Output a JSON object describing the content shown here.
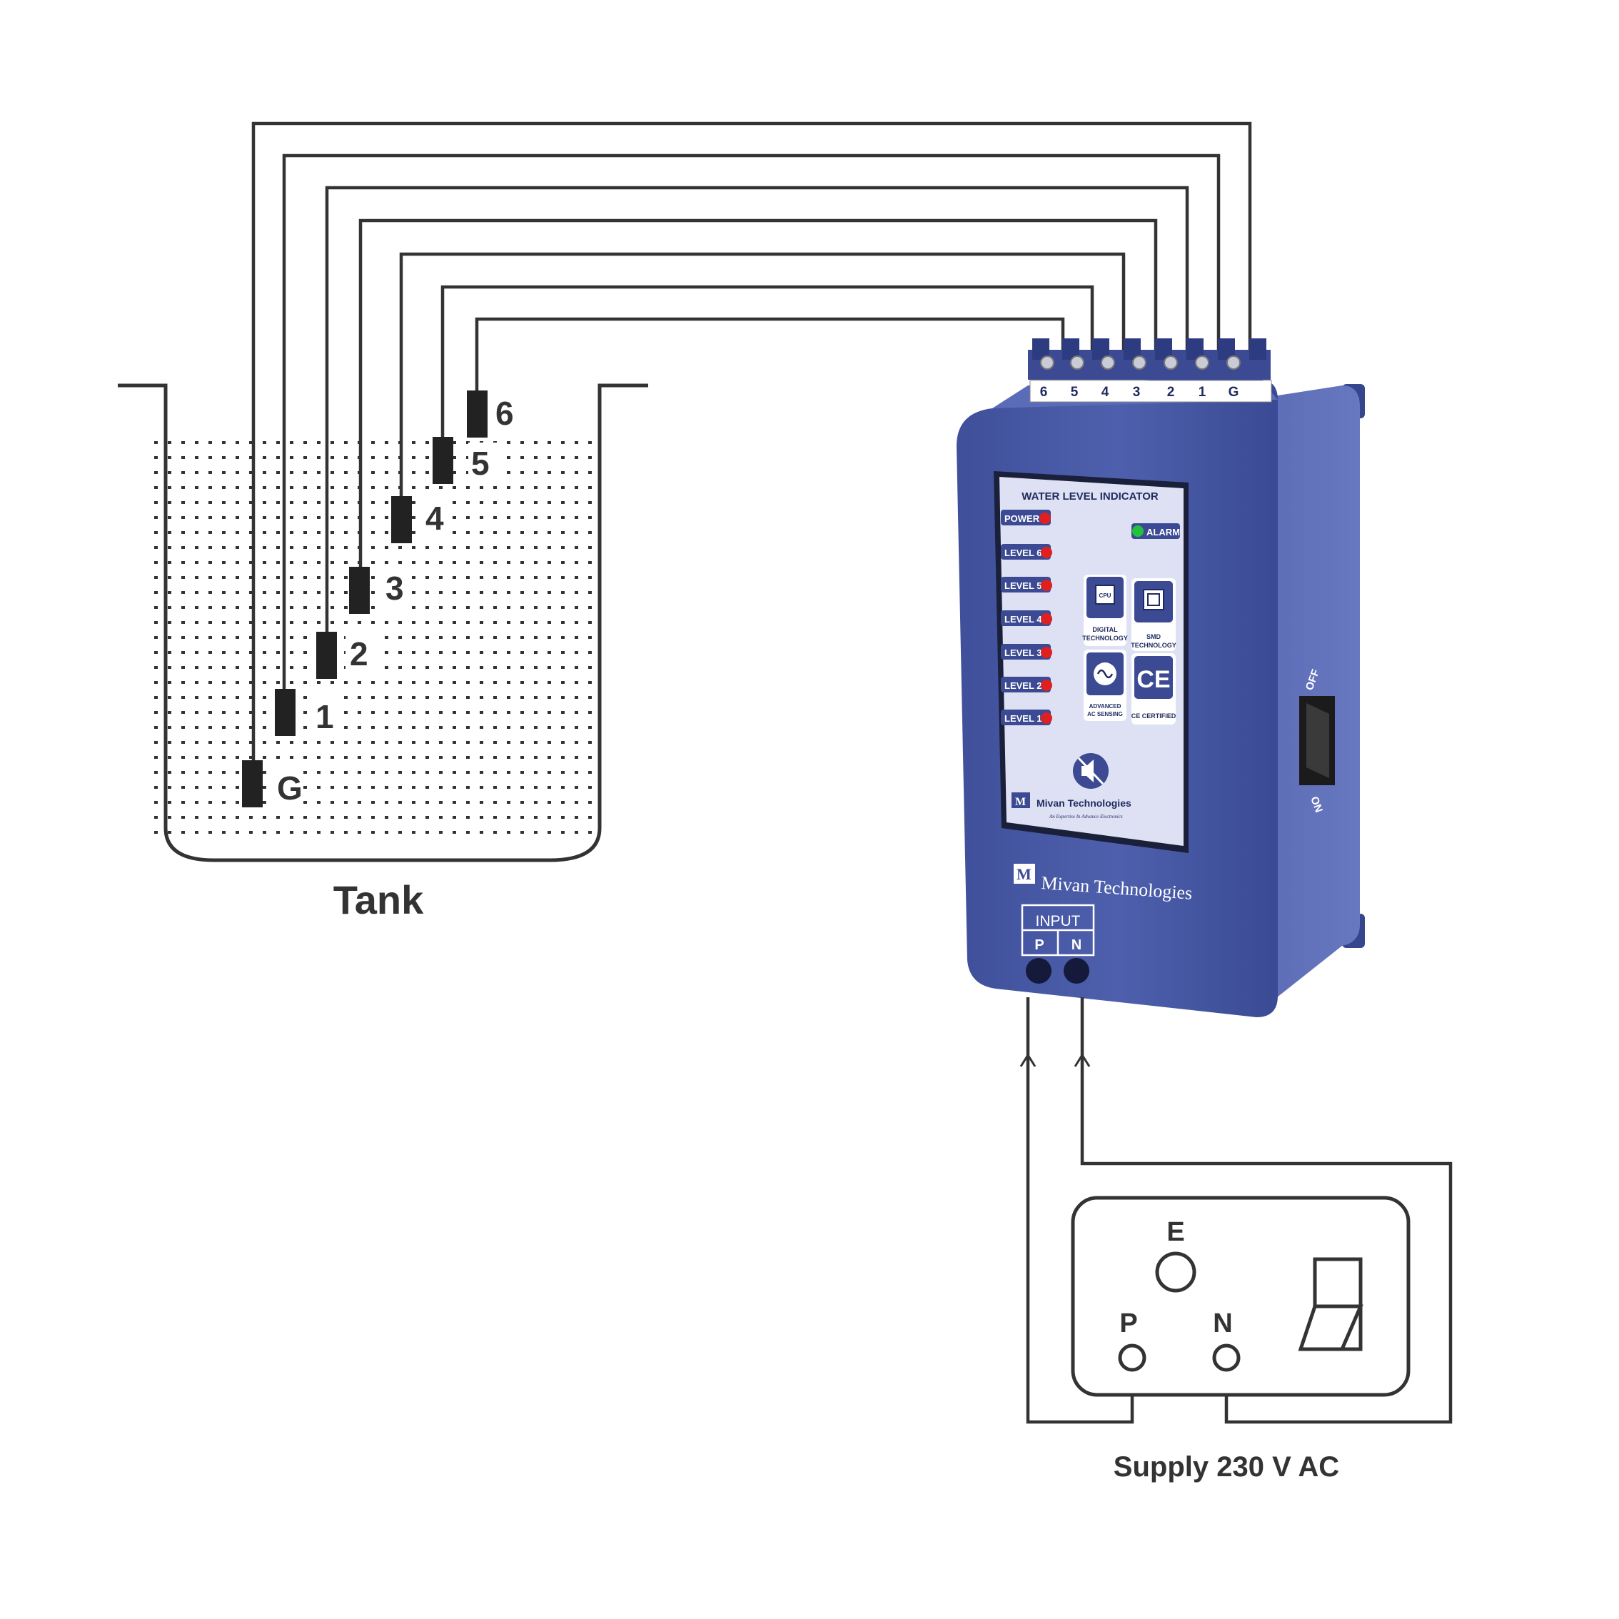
{
  "tank": {
    "label": "Tank",
    "probes": [
      "G",
      "1",
      "2",
      "3",
      "4",
      "5",
      "6"
    ]
  },
  "terminals": [
    "6",
    "5",
    "4",
    "3",
    "2",
    "1",
    "G"
  ],
  "panel": {
    "title": "WATER LEVEL INDICATOR",
    "power_label": "POWER",
    "alarm_label": "ALARM",
    "levels": [
      "LEVEL 6",
      "LEVEL 5",
      "LEVEL 4",
      "LEVEL 3",
      "LEVEL 2",
      "LEVEL 1"
    ],
    "features": {
      "cpu": "CPU",
      "digital_1": "DIGITAL",
      "digital_2": "TECHNOLOGY",
      "smd_1": "SMD",
      "smd_2": "TECHNOLOGY",
      "ac_1": "ADVANCED",
      "ac_2": "AC SENSING",
      "ce": "CE CERTIFIED"
    },
    "brand": "Mivan Technologies",
    "tagline": "An Expertise In Advance Electronics"
  },
  "device": {
    "brand": "Mivan Technologies",
    "input_label": "INPUT",
    "input_p": "P",
    "input_n": "N",
    "switch_off": "OFF",
    "switch_on": "ON"
  },
  "supply": {
    "label": "Supply 230 V AC",
    "e": "E",
    "p": "P",
    "n": "N"
  },
  "colors": {
    "device_body": "#4a5ba6",
    "device_dark": "#37468c",
    "panel_bg": "#dde1f3",
    "led_red": "#e02020",
    "led_green": "#22c23a",
    "wire": "#333333"
  }
}
